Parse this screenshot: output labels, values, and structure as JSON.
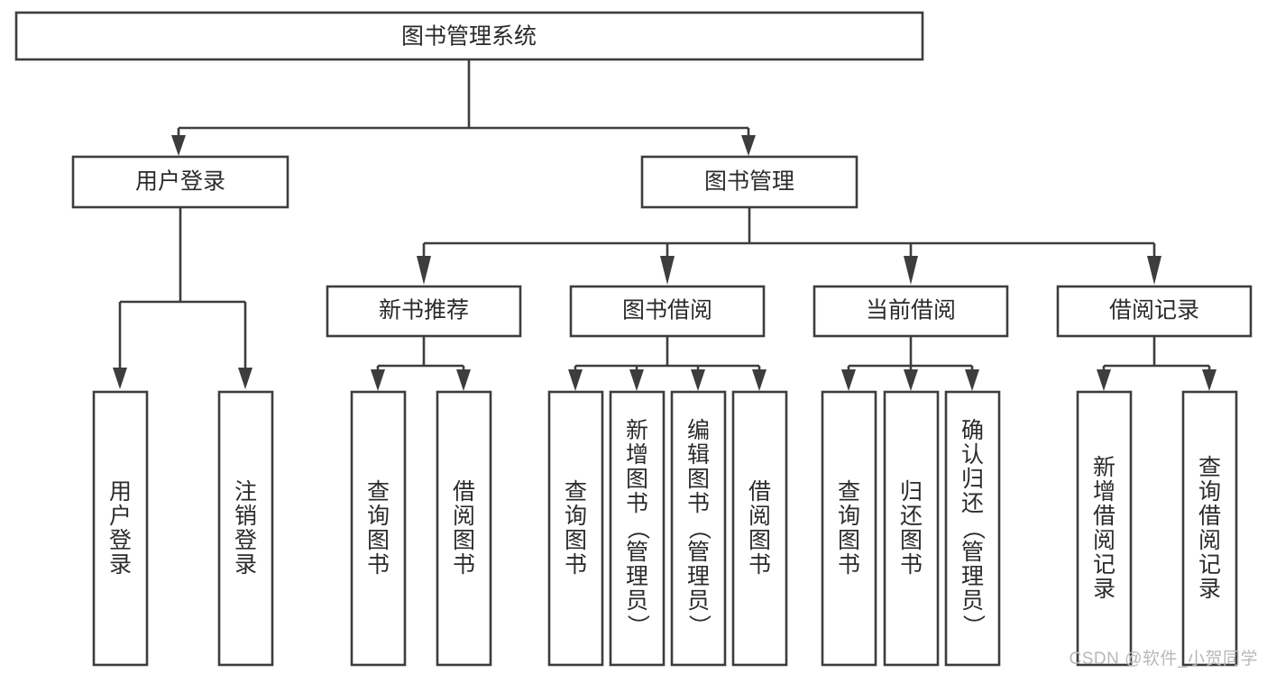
{
  "diagram": {
    "title": "图书管理系统",
    "type": "tree",
    "watermark": "CSDN @软件_小贺同学",
    "colors": {
      "background": "#ffffff",
      "stroke": "#3d3d3d",
      "box_fill": "#ffffff",
      "text": "#2b2b2b",
      "watermark": "#b8b8b8"
    },
    "levels": {
      "root": {
        "label": "图书管理系统"
      },
      "level1": [
        {
          "label": "用户登录"
        },
        {
          "label": "图书管理"
        }
      ],
      "level2": [
        {
          "label": "新书推荐"
        },
        {
          "label": "图书借阅"
        },
        {
          "label": "当前借阅"
        },
        {
          "label": "借阅记录"
        }
      ],
      "leaves": {
        "user_login": [
          {
            "label": "用户登录"
          },
          {
            "label": "注销登录"
          }
        ],
        "new_book_recommend": [
          {
            "label": "查询图书"
          },
          {
            "label": "借阅图书"
          }
        ],
        "book_borrow": [
          {
            "label": "查询图书"
          },
          {
            "label": "新增图书（管理员）"
          },
          {
            "label": "编辑图书（管理员）"
          },
          {
            "label": "借阅图书"
          }
        ],
        "current_borrow": [
          {
            "label": "查询图书"
          },
          {
            "label": "归还图书"
          },
          {
            "label": "确认归还（管理员）"
          }
        ],
        "borrow_record": [
          {
            "label": "新增借阅记录"
          },
          {
            "label": "查询借阅记录"
          }
        ]
      }
    }
  }
}
